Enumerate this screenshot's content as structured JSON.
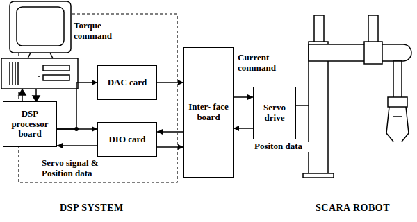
{
  "diagram": {
    "nodes": [
      {
        "text": [
          "DSP processor board"
        ]
      },
      {
        "text": [
          "DAC card"
        ]
      },
      {
        "text": [
          "DIO card"
        ]
      },
      {
        "text": [
          "Inter- face board"
        ]
      },
      {
        "text": [
          "Servo drive"
        ]
      }
    ],
    "edges": [
      {
        "from": 0,
        "to": 1,
        "arrow": "to",
        "label": "Torque command"
      },
      {
        "from": 0,
        "to": 2,
        "arrow": "to"
      },
      {
        "from": 2,
        "to": 0,
        "arrow": "to",
        "label": "Servo signal & Position data"
      },
      {
        "from": 1,
        "to": 3,
        "arrow": "to"
      },
      {
        "from": 3,
        "to": 2,
        "arrow": "to"
      },
      {
        "from": 2,
        "to": 3,
        "arrow": "to"
      },
      {
        "from": 3,
        "to": 4,
        "arrow": "to",
        "label": "Current command"
      },
      {
        "from": 4,
        "to": 3,
        "arrow": "to",
        "label": "Positon data"
      }
    ],
    "labels": [
      "DSP SYSTEM",
      "SCARA ROBOT"
    ]
  }
}
